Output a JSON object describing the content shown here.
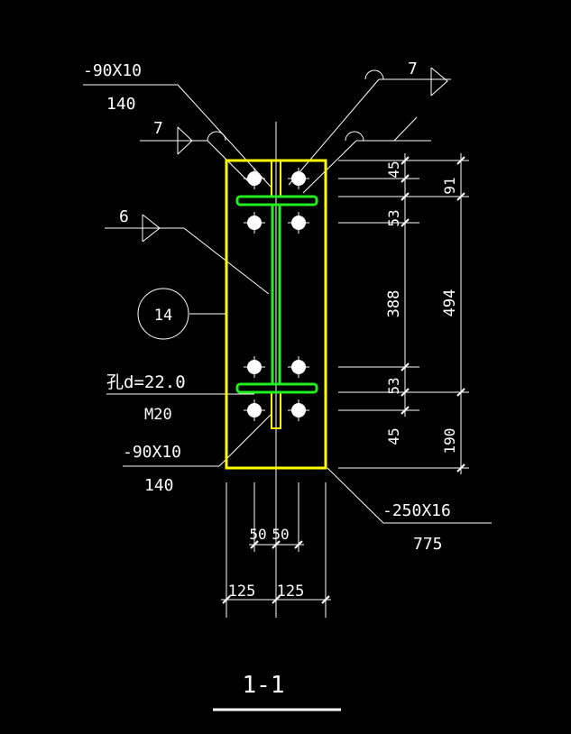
{
  "colors": {
    "background": "#000000",
    "line": "#ffffff",
    "plate": "#ffff00",
    "section": "#22ee22"
  },
  "labels": {
    "top_plate_spec": "-90X10",
    "top_plate_len": "140",
    "weld_top_left": "7",
    "weld_top_right": "7",
    "weld_left": "6",
    "detail_ref": "14",
    "hole": "孔d=22.0",
    "bolt": "M20",
    "bottom_plate_spec": "-90X10",
    "bottom_plate_len": "140",
    "base_plate_spec": "-250X16",
    "base_plate_len": "775",
    "section_title": "1-1"
  },
  "dims_right_inner": [
    "45",
    "53",
    "388",
    "53",
    "45"
  ],
  "dims_right_outer": [
    "91",
    "494",
    "190"
  ],
  "dims_bottom_inner": [
    "50",
    "50"
  ],
  "dims_bottom_outer": [
    "125",
    "125"
  ]
}
